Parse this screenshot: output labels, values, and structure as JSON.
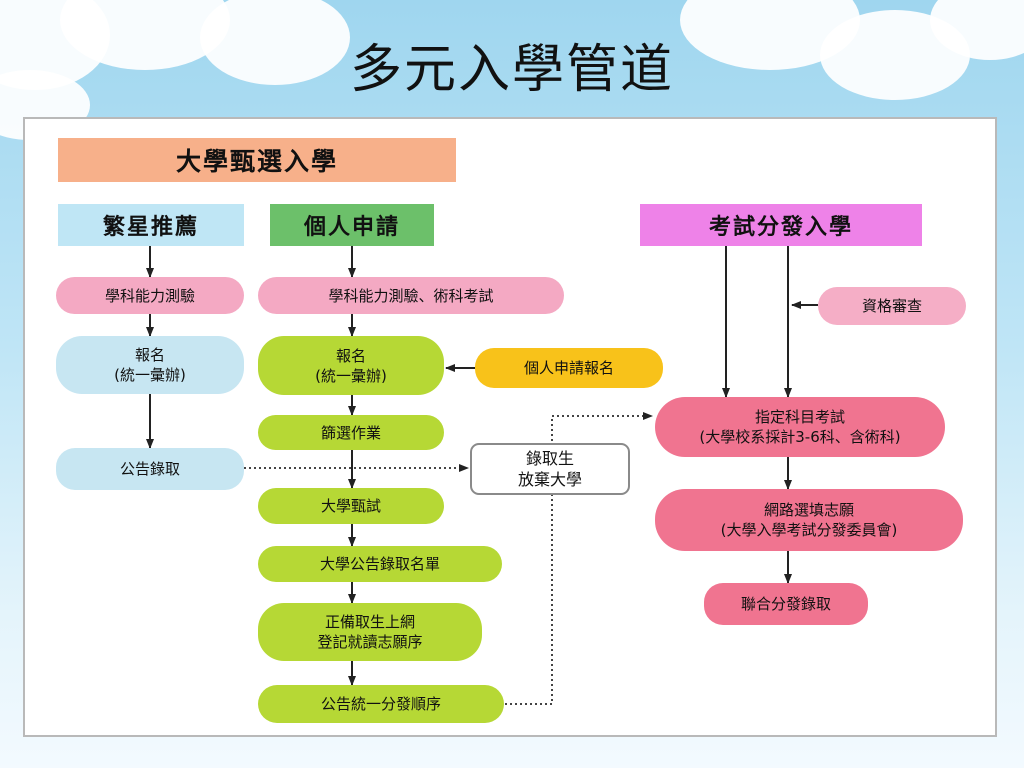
{
  "slide_title": "多元入學管道",
  "headers": {
    "selection": "大學甄選入學",
    "star": "繁星推薦",
    "personal": "個人申請",
    "exam": "考試分發入學"
  },
  "star_track": {
    "test": "學科能力測驗",
    "register": "報名\n(統一彙辦)",
    "announce": "公告錄取"
  },
  "personal_track": {
    "test": "學科能力測驗、術科考試",
    "register": "報名\n(統一彙辦)",
    "apply_register": "個人申請報名",
    "screening": "篩選作業",
    "interview": "大學甄試",
    "announce_list": "大學公告錄取名單",
    "online_register": "正備取生上網\n登記就讀志願序",
    "distribution_order": "公告統一分發順序"
  },
  "abandon_box": "錄取生\n放棄大學",
  "exam_track": {
    "qualification": "資格審查",
    "designated_exam": "指定科目考試\n(大學校系採計3-6科、含術科)",
    "online_choice": "網路選填志願\n(大學入學考試分發委員會)",
    "joint_admission": "聯合分發錄取"
  },
  "colors": {
    "header_selection": "#f7b08a",
    "header_star": "#bfe6f5",
    "header_personal": "#6cc06a",
    "header_exam": "#ee82e8",
    "arrow": "#222222"
  }
}
